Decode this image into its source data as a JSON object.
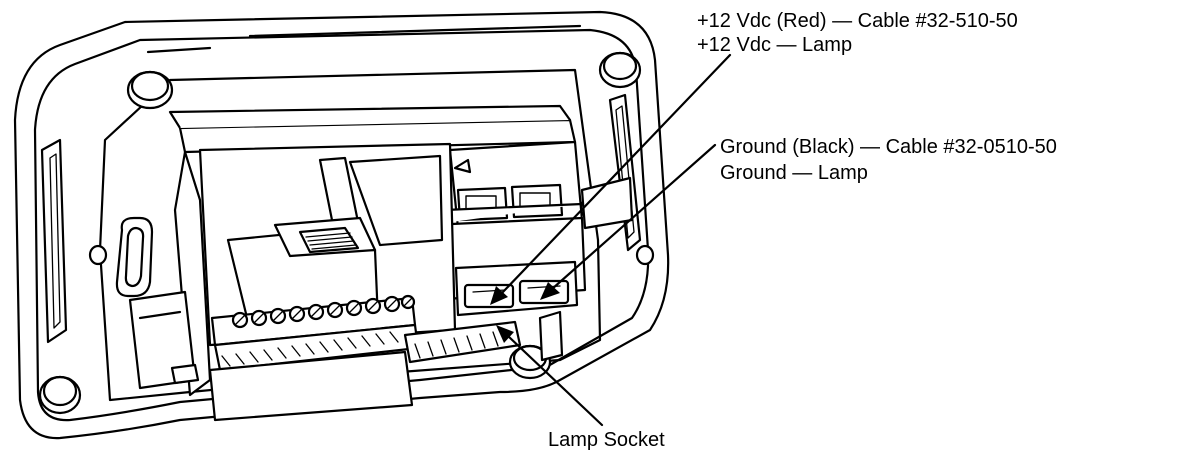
{
  "labels": {
    "pos_cable": "+12 Vdc (Red) — Cable #32-510-50",
    "pos_lamp": "+12 Vdc — Lamp",
    "gnd_cable": "Ground (Black) — Cable #32-0510-50",
    "gnd_lamp": "Ground — Lamp",
    "lamp_socket": "Lamp Socket"
  }
}
